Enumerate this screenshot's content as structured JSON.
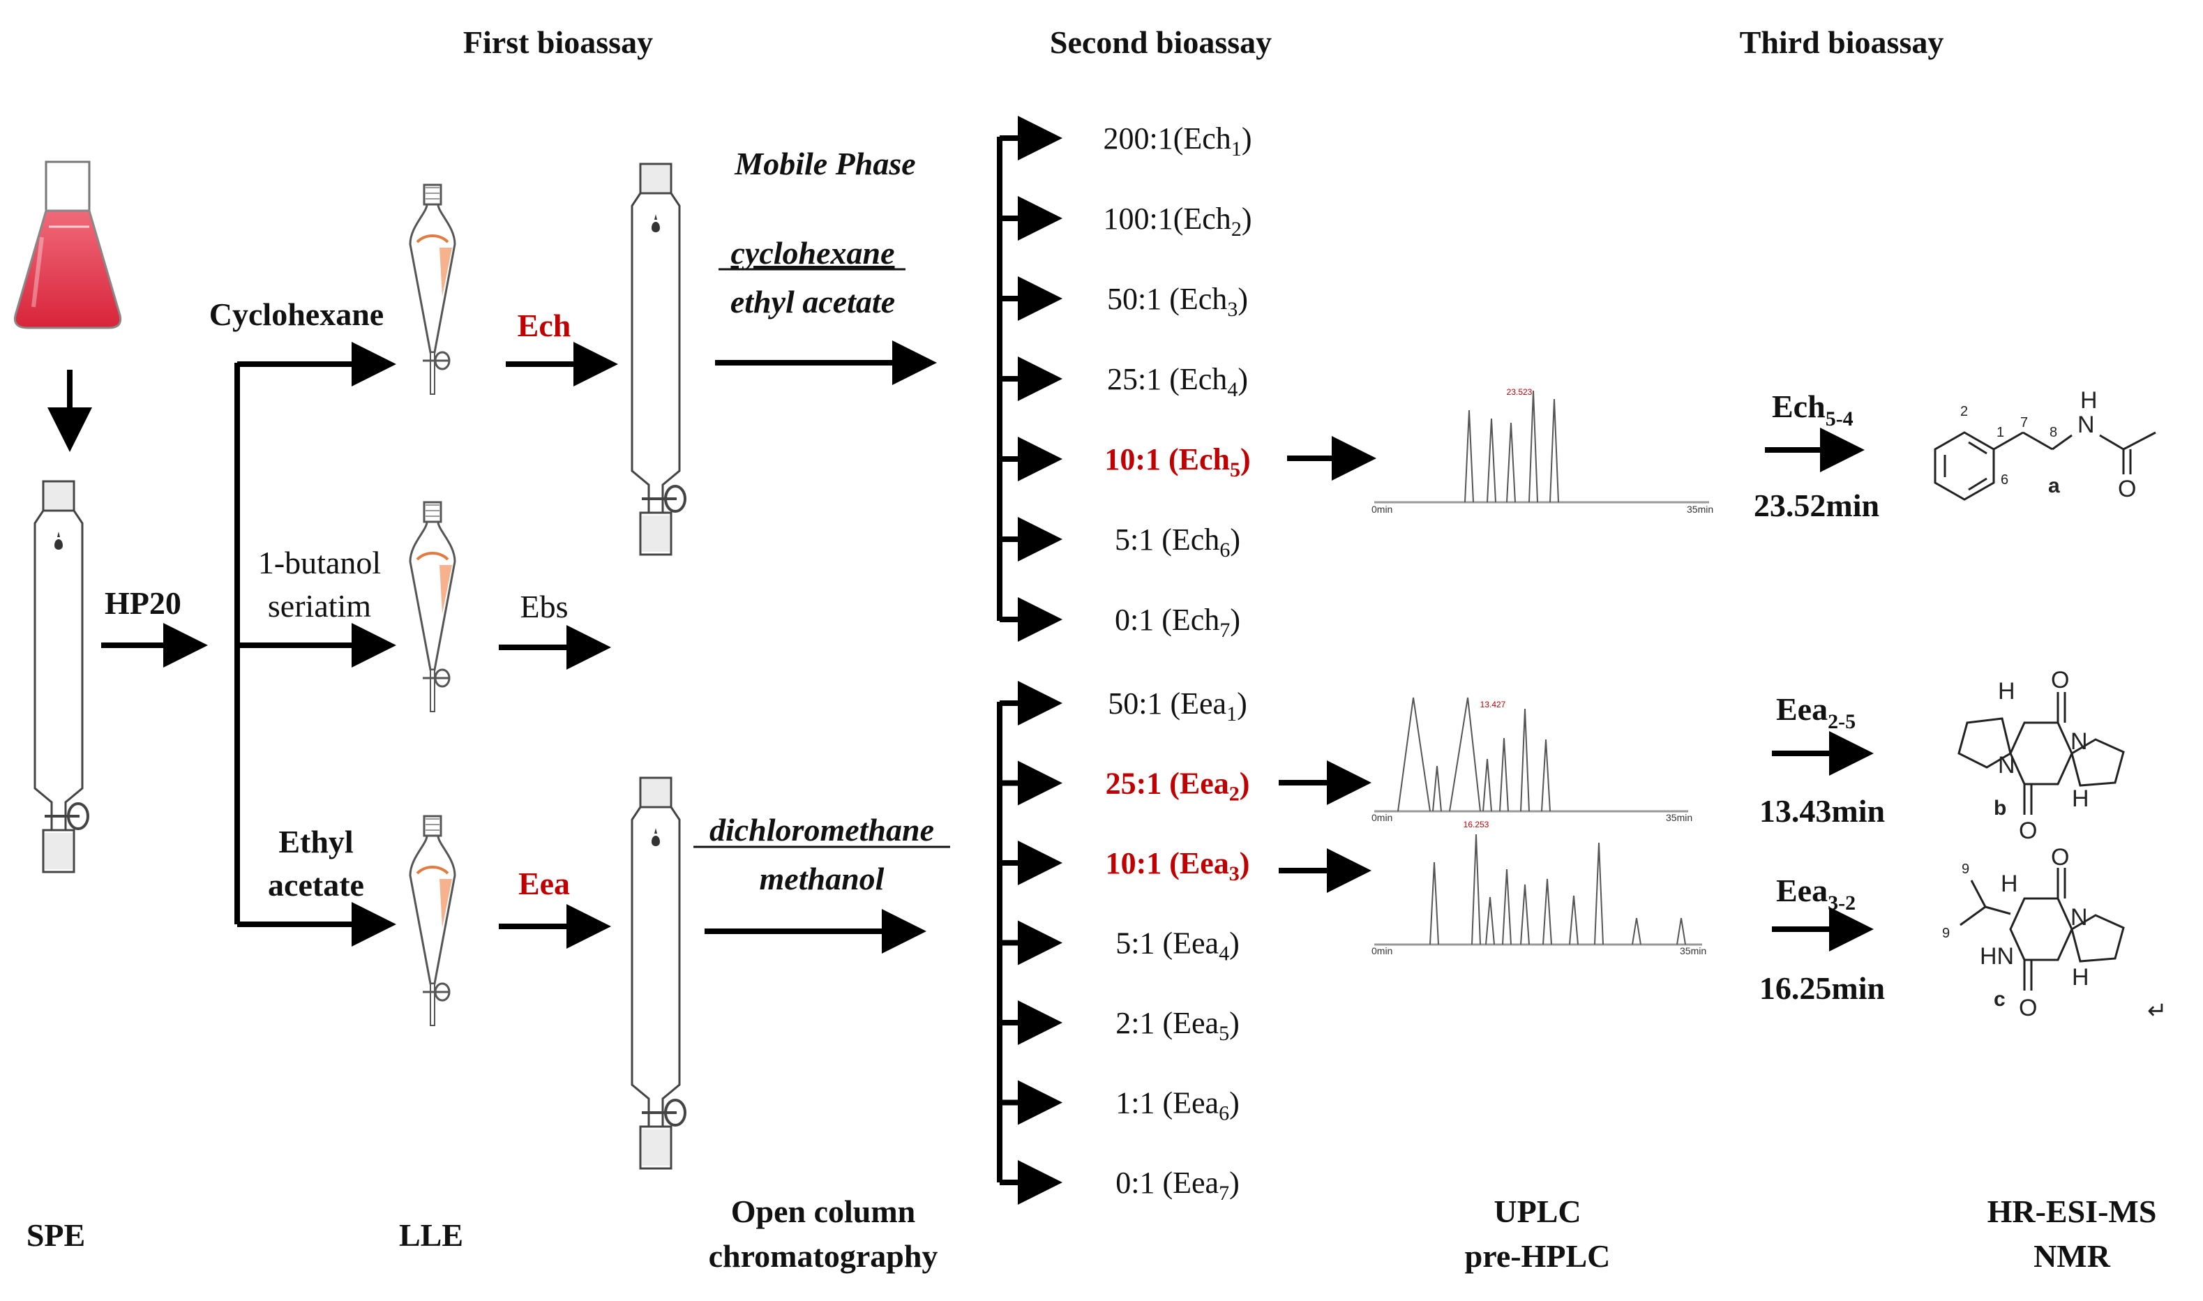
{
  "headers": {
    "first": "First bioassay",
    "second": "Second bioassay",
    "third": "Third bioassay"
  },
  "steps": {
    "spe": "SPE",
    "lle": "LLE",
    "occ_line1": "Open column",
    "occ_line2": "chromatography",
    "uplc_line1": "UPLC",
    "uplc_line2": "pre-HPLC",
    "ms_line1": "HR-ESI-MS",
    "ms_line2": "NMR"
  },
  "resin": "HP20",
  "solvents": {
    "cyclohexane": "Cyclohexane",
    "butanol_line1": "1-butanol",
    "butanol_line2": "seriatim",
    "ethyl_line1": "Ethyl",
    "ethyl_line2": "acetate"
  },
  "extracts": {
    "ech": "Ech",
    "ebs": "Ebs",
    "eea": "Eea"
  },
  "mobile_phase": {
    "title": "Mobile Phase",
    "top_a": "cyclohexane",
    "top_b": "ethyl acetate",
    "bottom_a": "dichloromethane",
    "bottom_b": "methanol"
  },
  "fractions_ech": [
    {
      "ratio": "200:1",
      "name": "Ech",
      "sub": "1",
      "active": false
    },
    {
      "ratio": "100:1",
      "name": "Ech",
      "sub": "2",
      "active": false
    },
    {
      "ratio": "50:1 ",
      "name": "Ech",
      "sub": "3",
      "active": false
    },
    {
      "ratio": "25:1 ",
      "name": "Ech",
      "sub": "4",
      "active": false
    },
    {
      "ratio": "10:1 ",
      "name": "Ech",
      "sub": "5",
      "active": true
    },
    {
      "ratio": "5:1 ",
      "name": "Ech",
      "sub": "6",
      "active": false
    },
    {
      "ratio": "0:1 ",
      "name": "Ech",
      "sub": "7",
      "active": false
    }
  ],
  "fractions_eea": [
    {
      "ratio": "50:1 ",
      "name": "Eea",
      "sub": "1",
      "active": false
    },
    {
      "ratio": "25:1 ",
      "name": "Eea",
      "sub": "2",
      "active": true
    },
    {
      "ratio": "10:1 ",
      "name": "Eea",
      "sub": "3",
      "active": true
    },
    {
      "ratio": "5:1 ",
      "name": "Eea",
      "sub": "4",
      "active": false
    },
    {
      "ratio": "2:1 ",
      "name": "Eea",
      "sub": "5",
      "active": false
    },
    {
      "ratio": "1:1 ",
      "name": "Eea",
      "sub": "6",
      "active": false
    },
    {
      "ratio": "0:1 ",
      "name": "Eea",
      "sub": "7",
      "active": false
    }
  ],
  "chromatograms": [
    {
      "start": "0min",
      "end": "35min",
      "peak_label": "23.523"
    },
    {
      "start": "0min",
      "end": "35min",
      "peak_label": "13.427"
    },
    {
      "start": "0min",
      "end": "35min",
      "peak_label": "16.253"
    }
  ],
  "compounds": [
    {
      "name": "Ech",
      "sub": "5-4",
      "time": "23.52min",
      "label": "a"
    },
    {
      "name": "Eea",
      "sub": "2-5",
      "time": "13.43min",
      "label": "b"
    },
    {
      "name": "Eea",
      "sub": "3-2",
      "time": "16.25min",
      "label": "c"
    }
  ],
  "atoms": {
    "n": "N",
    "h": "H",
    "o": "O",
    "hn": "HN"
  },
  "mark": "↵"
}
